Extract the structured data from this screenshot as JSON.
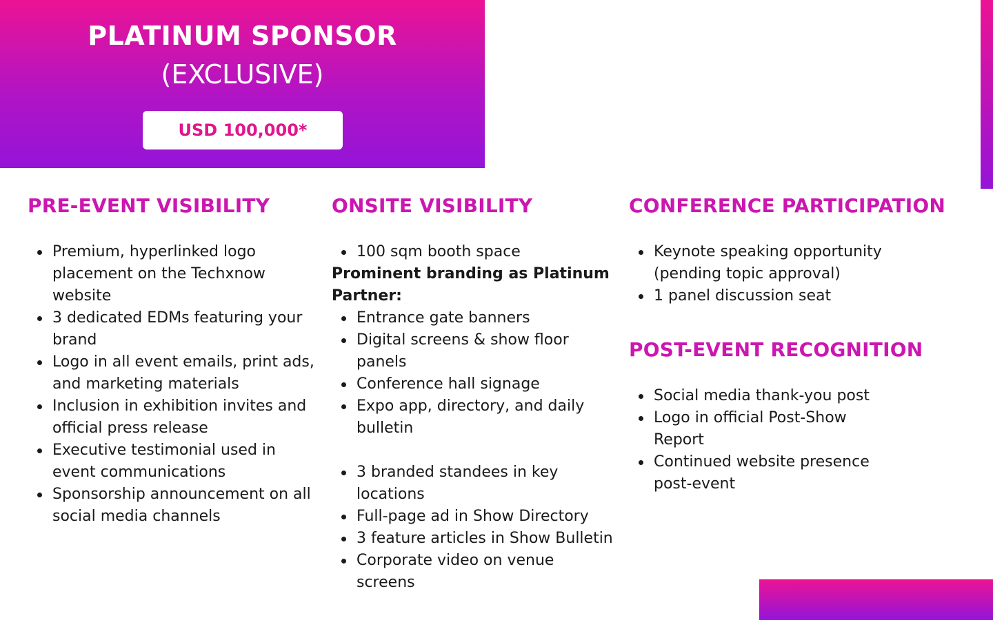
{
  "hero": {
    "title": "PLATINUM SPONSOR",
    "subtitle": "(EXCLUSIVE)",
    "price": "USD 100,000*"
  },
  "colors": {
    "gradient_top": "#ec1394",
    "gradient_bottom": "#9414d8",
    "heading": "#cc16b0",
    "price_text": "#e0158f"
  },
  "pre_event": {
    "heading": "PRE-EVENT VISIBILITY",
    "items": [
      "Premium, hyperlinked logo placement on the Techxnow website",
      "3 dedicated EDMs featuring your brand",
      "Logo in all event emails, print ads, and marketing materials",
      "Inclusion in exhibition invites and official press release",
      "Executive testimonial used in event communications",
      "Sponsorship announcement on all social media channels"
    ]
  },
  "onsite": {
    "heading": "ONSITE VISIBILITY",
    "items_top": [
      "100 sqm booth space"
    ],
    "branding_label": "Prominent branding as Platinum Partner:",
    "branding_items": [
      "Entrance gate banners",
      "Digital screens & show floor panels",
      "Conference hall signage",
      "Expo app, directory, and daily bulletin"
    ],
    "more_items": [
      "3 branded standees in key locations",
      "Full-page ad in Show Directory",
      "3 feature articles in Show Bulletin",
      "Corporate video on venue screens"
    ]
  },
  "conference": {
    "heading": "CONFERENCE PARTICIPATION",
    "items": [
      "Keynote speaking opportunity (pending topic approval)",
      "1 panel discussion seat"
    ]
  },
  "post_event": {
    "heading": "POST-EVENT RECOGNITION",
    "items": [
      "Social media thank-you post",
      "Logo in official Post-Show Report",
      "Continued website presence post-event"
    ]
  }
}
